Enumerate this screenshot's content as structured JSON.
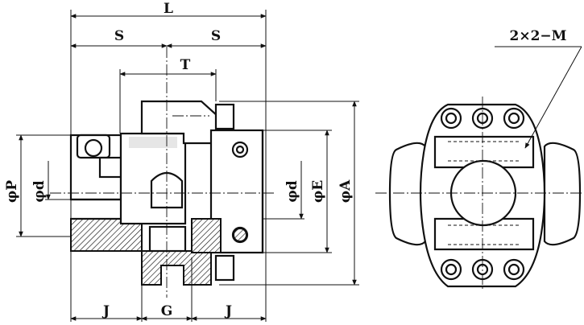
{
  "dimensions": {
    "L": "L",
    "S_left": "S",
    "S_right": "S",
    "T": "T",
    "J_left": "J",
    "G": "G",
    "J_right": "J",
    "phiP": "φP",
    "phid_left": "φd",
    "phid_right": "φd",
    "phiE": "φE",
    "phiA": "φA",
    "screw_note": "2×2−M"
  },
  "colors": {
    "line": "#111111",
    "background": "#ffffff",
    "shading": "#e6e6e6"
  }
}
